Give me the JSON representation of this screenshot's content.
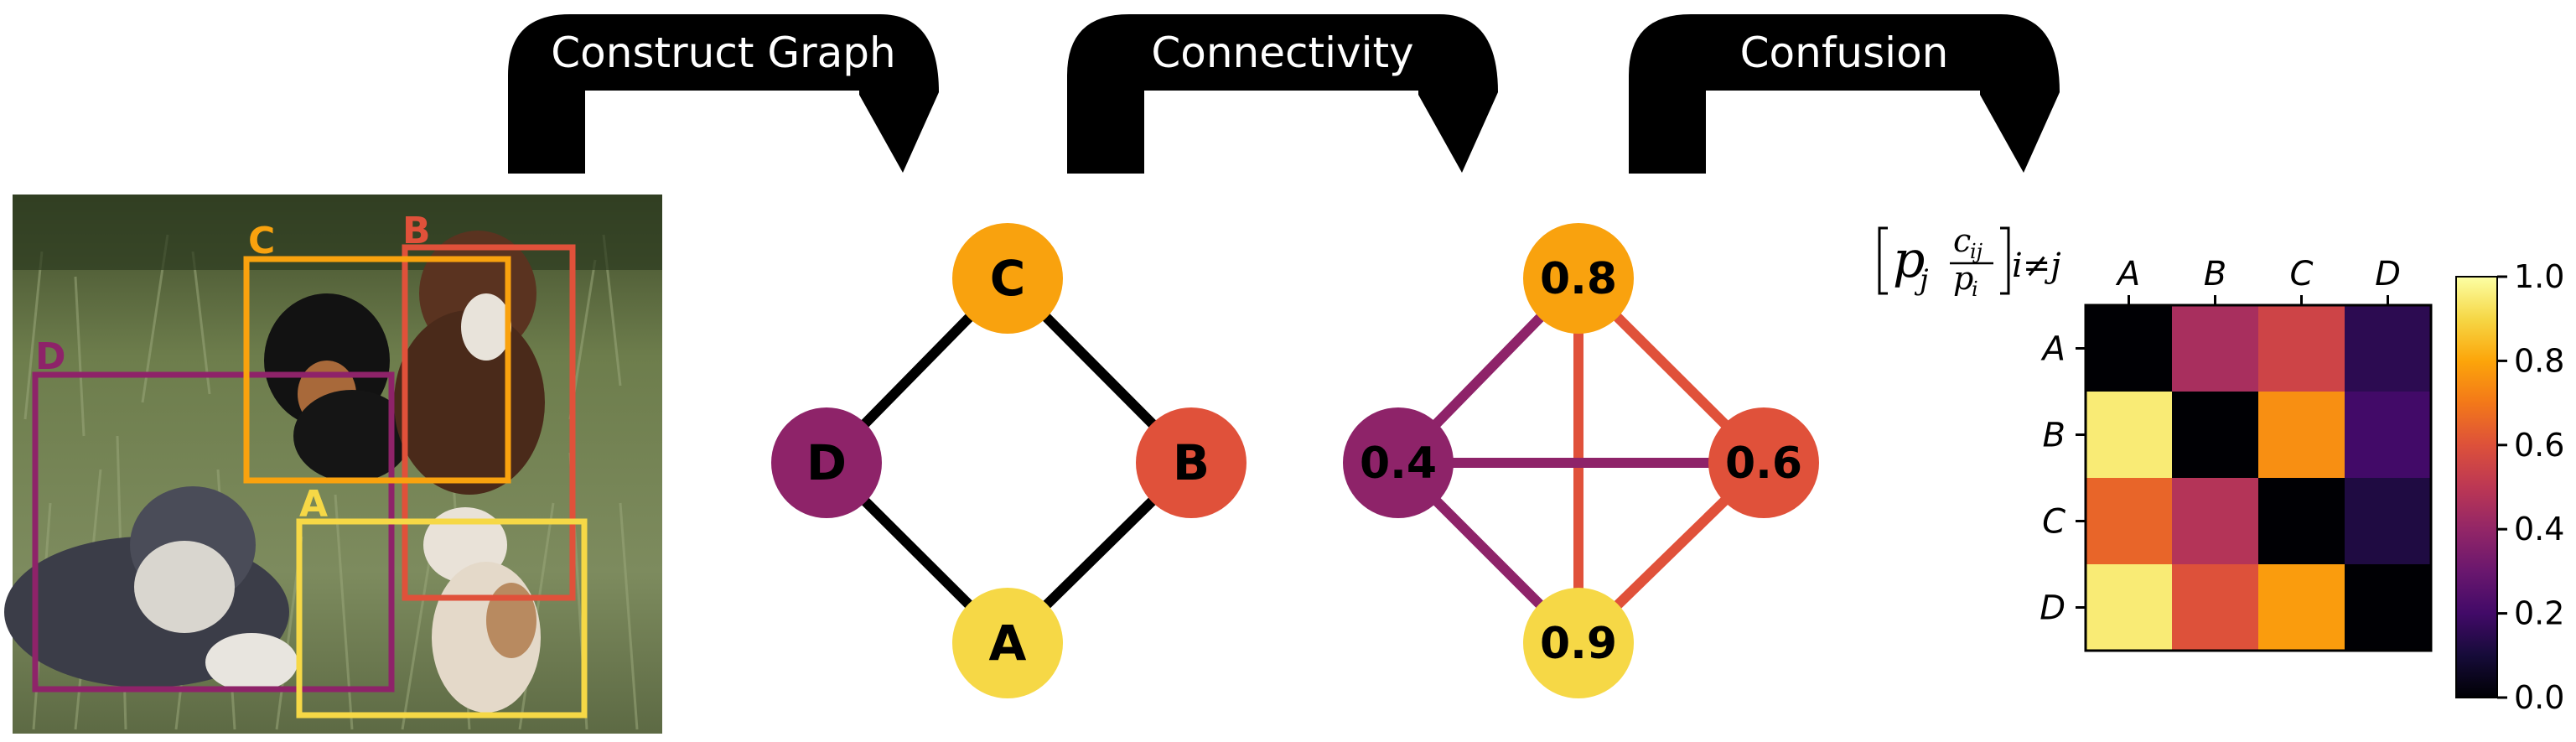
{
  "steps": [
    {
      "label": "Construct Graph"
    },
    {
      "label": "Connectivity"
    },
    {
      "label": "Confusion"
    }
  ],
  "colors": {
    "A": "#f6d846",
    "B": "#e0513a",
    "C": "#f9a20e",
    "D": "#8e2369"
  },
  "photo": {
    "boxes": [
      {
        "label": "C",
        "color": "#f9a20e"
      },
      {
        "label": "B",
        "color": "#e0513a"
      },
      {
        "label": "D",
        "color": "#8e2369"
      },
      {
        "label": "A",
        "color": "#f6d846"
      }
    ]
  },
  "graph": {
    "nodes": [
      {
        "id": "C",
        "label": "C"
      },
      {
        "id": "D",
        "label": "D"
      },
      {
        "id": "B",
        "label": "B"
      },
      {
        "id": "A",
        "label": "A"
      }
    ],
    "edges": [
      [
        "C",
        "D"
      ],
      [
        "C",
        "B"
      ],
      [
        "D",
        "A"
      ],
      [
        "B",
        "A"
      ]
    ]
  },
  "connectivity": {
    "nodes": [
      {
        "id": "C",
        "label": "0.8"
      },
      {
        "id": "D",
        "label": "0.4"
      },
      {
        "id": "B",
        "label": "0.6"
      },
      {
        "id": "A",
        "label": "0.9"
      }
    ],
    "edges": [
      {
        "from": "D",
        "to": "C",
        "color": "#8e2369"
      },
      {
        "from": "C",
        "to": "B",
        "color": "#e0513a"
      },
      {
        "from": "C",
        "to": "A",
        "color": "#e0513a"
      },
      {
        "from": "D",
        "to": "B",
        "color": "#8e2369"
      },
      {
        "from": "D",
        "to": "A",
        "color": "#8e2369"
      },
      {
        "from": "B",
        "to": "A",
        "color": "#e0513a"
      }
    ]
  },
  "chart_data": {
    "type": "heatmap",
    "title_parts": {
      "p_j": "p",
      "j": "j",
      "c": "c",
      "ij": "ij",
      "p_i": "p",
      "i": "i",
      "cond": "i≠j"
    },
    "rows": [
      "A",
      "B",
      "C",
      "D"
    ],
    "cols": [
      "A",
      "B",
      "C",
      "D"
    ],
    "values": [
      [
        0.0,
        0.45,
        0.55,
        0.15
      ],
      [
        0.95,
        0.0,
        0.75,
        0.2
      ],
      [
        0.65,
        0.48,
        0.0,
        0.12
      ],
      [
        0.95,
        0.6,
        0.78,
        0.0
      ]
    ],
    "colormap": "inferno",
    "colorbar": {
      "min": 0.0,
      "max": 1.0,
      "ticks": [
        "0.0",
        "0.2",
        "0.4",
        "0.6",
        "0.8",
        "1.0"
      ]
    }
  }
}
